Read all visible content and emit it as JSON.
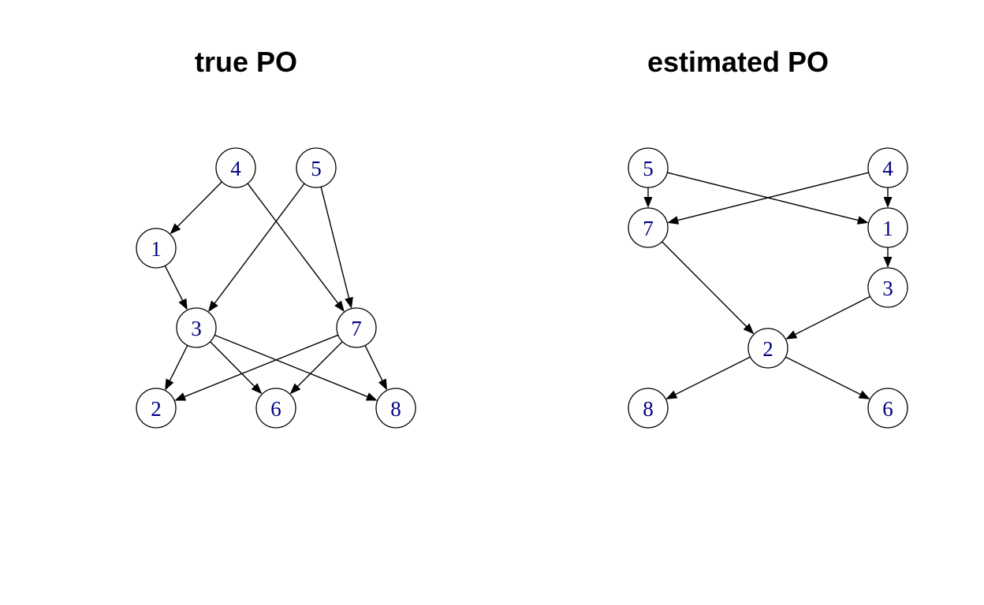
{
  "colors": {
    "node_label": "#000080",
    "node_border": "#000000",
    "edge": "#000000"
  },
  "graphs": [
    {
      "id": "true-po",
      "title": "true PO",
      "nodes": [
        "4",
        "5",
        "1",
        "3",
        "7",
        "2",
        "6",
        "8"
      ],
      "edges": [
        [
          "4",
          "1"
        ],
        [
          "4",
          "7"
        ],
        [
          "5",
          "3"
        ],
        [
          "5",
          "7"
        ],
        [
          "1",
          "3"
        ],
        [
          "3",
          "2"
        ],
        [
          "3",
          "6"
        ],
        [
          "3",
          "8"
        ],
        [
          "7",
          "2"
        ],
        [
          "7",
          "6"
        ],
        [
          "7",
          "8"
        ]
      ]
    },
    {
      "id": "estimated-po",
      "title": "estimated PO",
      "nodes": [
        "5",
        "4",
        "7",
        "1",
        "3",
        "2",
        "8",
        "6"
      ],
      "edges": [
        [
          "5",
          "7"
        ],
        [
          "5",
          "1"
        ],
        [
          "4",
          "7"
        ],
        [
          "4",
          "1"
        ],
        [
          "1",
          "3"
        ],
        [
          "7",
          "2"
        ],
        [
          "3",
          "2"
        ],
        [
          "2",
          "8"
        ],
        [
          "2",
          "6"
        ]
      ]
    }
  ]
}
